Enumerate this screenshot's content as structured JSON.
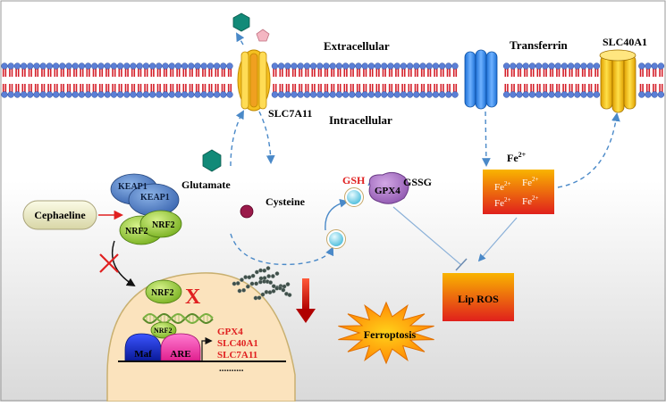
{
  "regions": {
    "extracellular": "Extracellular",
    "intracellular": "Intracellular"
  },
  "proteins": {
    "slc7a11": "SLC7A11",
    "transferrin": "Transferrin",
    "slc40a1": "SLC40A1",
    "keap1_a": "KEAP1",
    "keap1_b": "KEAP1",
    "nrf2_a": "NRF2",
    "nrf2_b": "NRF2",
    "nrf2_nucleus": "NRF2",
    "nrf2_bound": "NRF2",
    "gpx4": "GPX4",
    "maf": "Maf",
    "are": "ARE"
  },
  "molecules": {
    "glutamate": "Glutamate",
    "cysteine": "Cysteine",
    "gsh": "GSH",
    "gssg": "GSSG"
  },
  "drug": "Cephaeline",
  "iron": {
    "label_base": "Fe",
    "label_sup": "2+",
    "pool": [
      "Fe",
      "Fe",
      "Fe",
      "Fe"
    ],
    "pool_sup": "2+"
  },
  "outcomes": {
    "lip_ros": "Lip ROS",
    "ferroptosis": "Ferroptosis"
  },
  "target_genes": [
    "GPX4",
    "SLC40A1",
    "SLC7A11"
  ],
  "target_genes_more": "..........",
  "inhibition_mark": "X",
  "colors": {
    "membrane_head": "#5b7fd6",
    "membrane_tail": "#d4202a",
    "nucleus": "#fbe3bd",
    "keap1": "#4f7ec4",
    "nrf2": "#9bd13f",
    "gpx4": "#b07cc8",
    "maf": "#1a2fd0",
    "are": "#f53fb0",
    "iron_box_top": "#f9b400",
    "iron_box_bottom": "#e0201c",
    "red_text": "#e02020",
    "arrow": "#4a89c8"
  }
}
